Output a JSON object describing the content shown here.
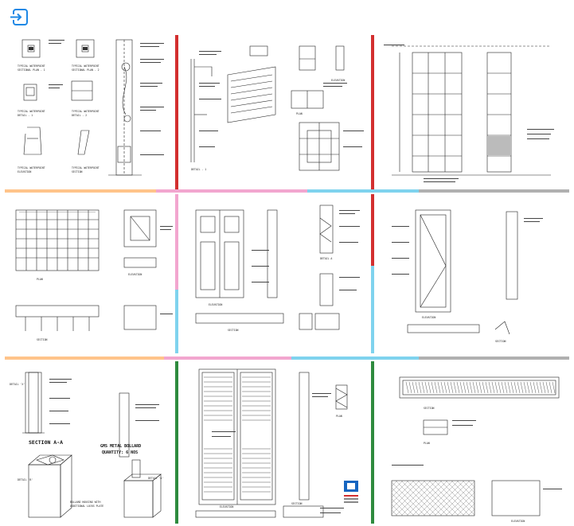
{
  "toolbar": {
    "exit_icon": "exit-to-app-icon",
    "accent": "#1e88e5"
  },
  "colors": {
    "red": "#d32f2f",
    "orange": "#ffc48a",
    "pink": "#f2a6cf",
    "cyan": "#7fd3ee",
    "gray": "#b0b0b0",
    "green": "#2e8b3e"
  },
  "panels": {
    "p1": {
      "labels": [
        "TYPICAL WATERPOINT",
        "SECTIONAL PLAN - 1",
        "TYPICAL WATERPOINT",
        "SECTIONAL PLAN - 2",
        "TYPICAL WATERPOINT",
        "DETAIL - 1",
        "TYPICAL WATERPOINT",
        "DETAIL - 2",
        "TYPICAL WATERPOINT",
        "ELEVATION",
        "TYPICAL WATERPOINT",
        "SECTION"
      ]
    },
    "p2": {
      "labels": [
        "DETAIL - 1",
        "ELEVATION",
        "PLAN"
      ]
    },
    "p4": {
      "labels": [
        "PLAN",
        "ELEVATION",
        "SECTION"
      ]
    },
    "p5": {
      "labels": [
        "ELEVATION",
        "SECTION",
        "DETAIL A"
      ]
    },
    "p6": {
      "labels": [
        "ELEVATION",
        "SECTION"
      ]
    },
    "p7": {
      "detail_x": "DETAIL 'X'",
      "section": "SECTION  A-A",
      "title": "GMS METAL BOLLARD",
      "quantity": "QUANTITY: 6 NOS",
      "bollard_caption": "BOLLARD HOUSING WITH",
      "bollard_caption2": "ADDITIONAL LOCKS PLATE",
      "detail_b": "DETAIL 'B'",
      "detail_a": "DETAIL 'A'"
    },
    "p8": {
      "labels": [
        "ELEVATION",
        "SECTION",
        "PLAN"
      ]
    },
    "p9": {
      "labels": [
        "PLAN",
        "SECTION",
        "ELEVATION"
      ]
    }
  }
}
